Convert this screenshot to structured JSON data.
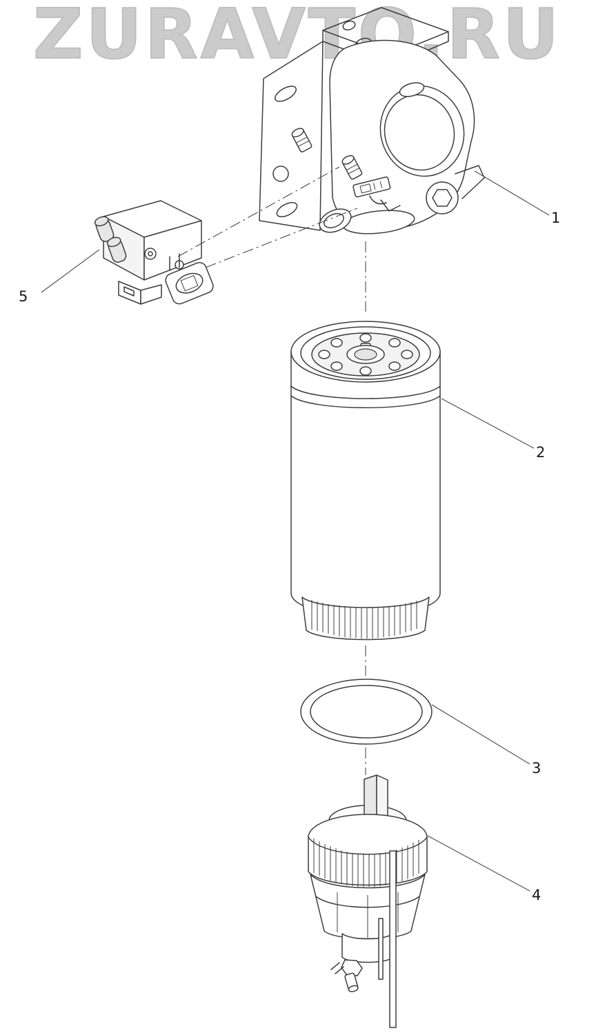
{
  "watermark": {
    "text": "ZURAVTO.RU"
  },
  "callouts": [
    {
      "label": "1"
    },
    {
      "label": "2"
    },
    {
      "label": "3"
    },
    {
      "label": "4"
    },
    {
      "label": "5"
    }
  ],
  "colors": {
    "background": "#ffffff",
    "line": "#3c3c3c",
    "watermark": "#cbcbcb"
  }
}
